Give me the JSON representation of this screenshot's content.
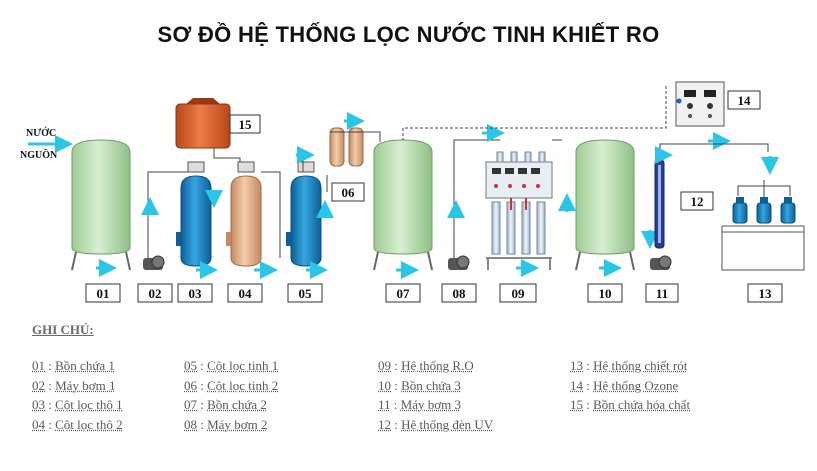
{
  "title": "SƠ ĐỒ HỆ THỐNG LỌC NƯỚC TINH KHIẾT RO",
  "source_label_line1": "NƯỚC",
  "source_label_line2": "NGUỒN",
  "number_labels": [
    "01",
    "02",
    "03",
    "04",
    "05",
    "06",
    "07",
    "08",
    "09",
    "10",
    "11",
    "12",
    "13",
    "14",
    "15"
  ],
  "legend": {
    "heading": "GHI CHÚ:",
    "items": [
      {
        "num": "01",
        "name": "Bồn chứa 1"
      },
      {
        "num": "02",
        "name": "Máy bơm 1"
      },
      {
        "num": "03",
        "name": "Cột lọc thô 1"
      },
      {
        "num": "04",
        "name": "Cột lọc thô 2"
      },
      {
        "num": "05",
        "name": "Cột lọc tinh 1"
      },
      {
        "num": "06",
        "name": "Cột lọc tinh 2"
      },
      {
        "num": "07",
        "name": "Bồn chứa 2"
      },
      {
        "num": "08",
        "name": "Máy bơm 2"
      },
      {
        "num": "09",
        "name": "Hệ thống R.O"
      },
      {
        "num": "10",
        "name": "Bồn chứa 3"
      },
      {
        "num": "11",
        "name": "Máy bơm 3"
      },
      {
        "num": "12",
        "name": "Hệ thống đèn UV"
      },
      {
        "num": "13",
        "name": "Hệ thống chiết rót"
      },
      {
        "num": "14",
        "name": "Hệ thống Ozone"
      },
      {
        "num": "15",
        "name": "Bồn chứa hóa chất"
      }
    ]
  },
  "colors": {
    "tank_green": "#b9dfb0",
    "filter_blue": "#1e88c8",
    "filter_tan": "#e3b08a",
    "chem_tank": "#d95f2a",
    "flow_arrow": "#29c6e8",
    "pipe": "#444444"
  }
}
